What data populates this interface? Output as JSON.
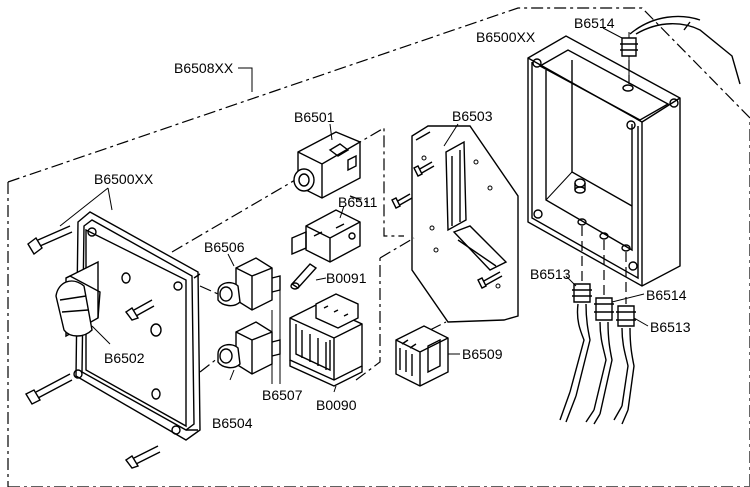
{
  "labels": {
    "b6508xx": "B6508XX",
    "b6500xx_box": "B6500XX",
    "b6514_top": "B6514",
    "b6503": "B6503",
    "b6501": "B6501",
    "b6511": "B6511",
    "b6500xx_lid": "B6500XX",
    "b6506": "B6506",
    "b0091": "B0091",
    "b6502": "B6502",
    "b6507": "B6507",
    "b6504": "B6504",
    "b0090": "B0090",
    "b6509": "B6509",
    "b6513_left": "B6513",
    "b6514_right": "B6514",
    "b6513_right": "B6513"
  }
}
